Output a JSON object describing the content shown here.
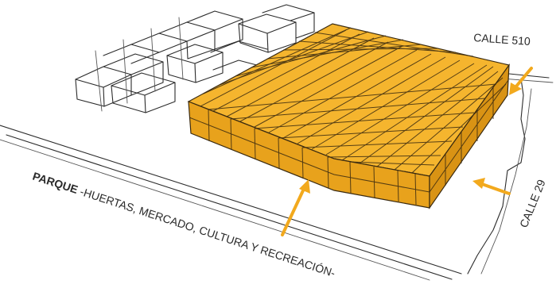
{
  "labels": {
    "calle_510": "CALLE 510",
    "calle_29": "CALLE 29",
    "parque_bold": "PARQUE",
    "parque_rest": " -HUERTAS, MERCADO, CULTURA Y RECREACIÓN-"
  },
  "colors": {
    "block_top": "#F5B52E",
    "block_front": "#E8A21C",
    "block_side": "#D99314",
    "arrow": "#F2A91D",
    "ink": "#2b2b2b"
  },
  "icons": [
    "arrow-icon-calle-510",
    "arrow-icon-calle-29",
    "arrow-icon-parque"
  ]
}
